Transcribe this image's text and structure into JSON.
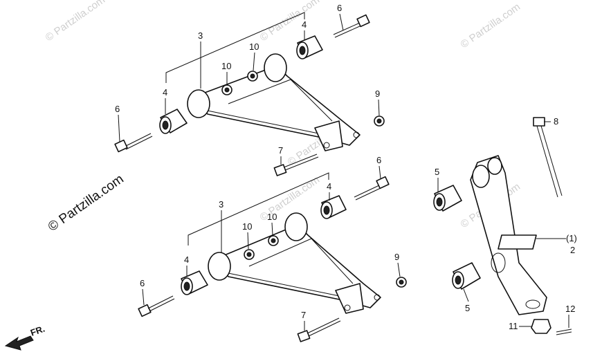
{
  "watermarks": {
    "main": "© Partzilla.com",
    "faded": "© Partzilla.com"
  },
  "callouts": {
    "c1": "6",
    "c2": "4",
    "c3": "3",
    "c4": "10",
    "c5": "10",
    "c6": "4",
    "c7": "6",
    "c8": "9",
    "c9": "7",
    "c10": "8",
    "c11": "5",
    "c12": "6",
    "c13": "4",
    "c14": "3",
    "c15": "10",
    "c16": "10",
    "c17": "4",
    "c18": "9",
    "c19": "6",
    "c20": "7",
    "c21": "(1)",
    "c22": "2",
    "c23": "5",
    "c24": "11",
    "c25": "12"
  },
  "direction": {
    "label": "FR."
  }
}
